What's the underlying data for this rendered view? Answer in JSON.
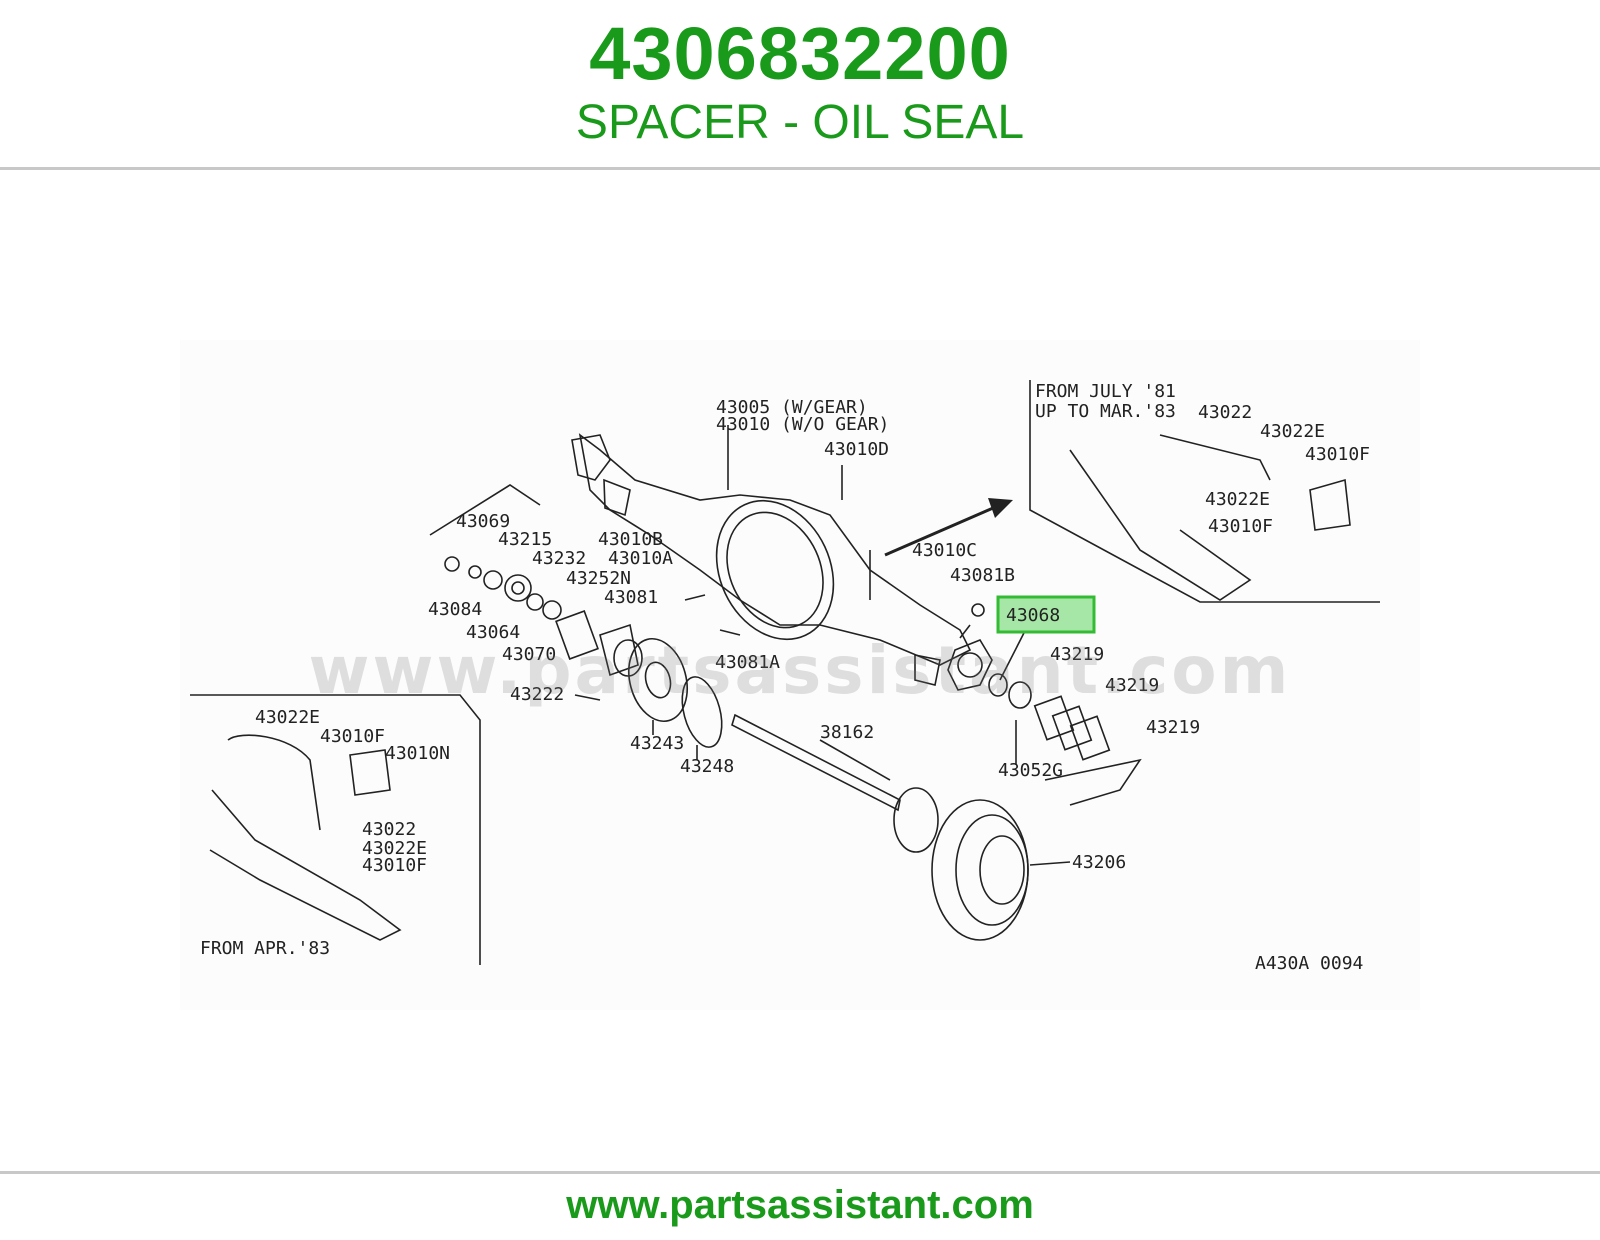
{
  "header": {
    "part_number": "4306832200",
    "part_name": "SPACER - OIL SEAL"
  },
  "footer": {
    "url": "www.partsassistant.com"
  },
  "diagram": {
    "watermark": "www.partsassistant.com",
    "highlighted_part": "43068",
    "highlight_color": "#33bb33",
    "drawing_code": "A430A 0094",
    "notes": {
      "from_july_81": "FROM JULY '81",
      "up_to_mar_83": "UP TO MAR.'83",
      "from_apr_83": "FROM APR.'83"
    },
    "labels": {
      "p43005": "43005 (W/GEAR)",
      "p43010": "43010 (W/O GEAR)",
      "p43010D": "43010D",
      "p43069": "43069",
      "p43215": "43215",
      "p43232": "43232",
      "p43010B": "43010B",
      "p43010A": "43010A",
      "p43252N": "43252N",
      "p43081": "43081",
      "p43084": "43084",
      "p43064": "43064",
      "p43070": "43070",
      "p43081A": "43081A",
      "p43222": "43222",
      "p43243": "43243",
      "p43248": "43248",
      "p38162": "38162",
      "p43010C": "43010C",
      "p43081B": "43081B",
      "p43219a": "43219",
      "p43219b": "43219",
      "p43219c": "43219",
      "p43052G": "43052G",
      "p43206": "43206",
      "i_43022": "43022",
      "i_43022E_a": "43022E",
      "i_43010F_a": "43010F",
      "i_43022E_b": "43022E",
      "i_43010F_b": "43010F",
      "l_43022E": "43022E",
      "l_43010F": "43010F",
      "l_43010N": "43010N",
      "l_43022": "43022",
      "l_43022E_b": "43022E",
      "l_43010F_b": "43010F"
    }
  }
}
